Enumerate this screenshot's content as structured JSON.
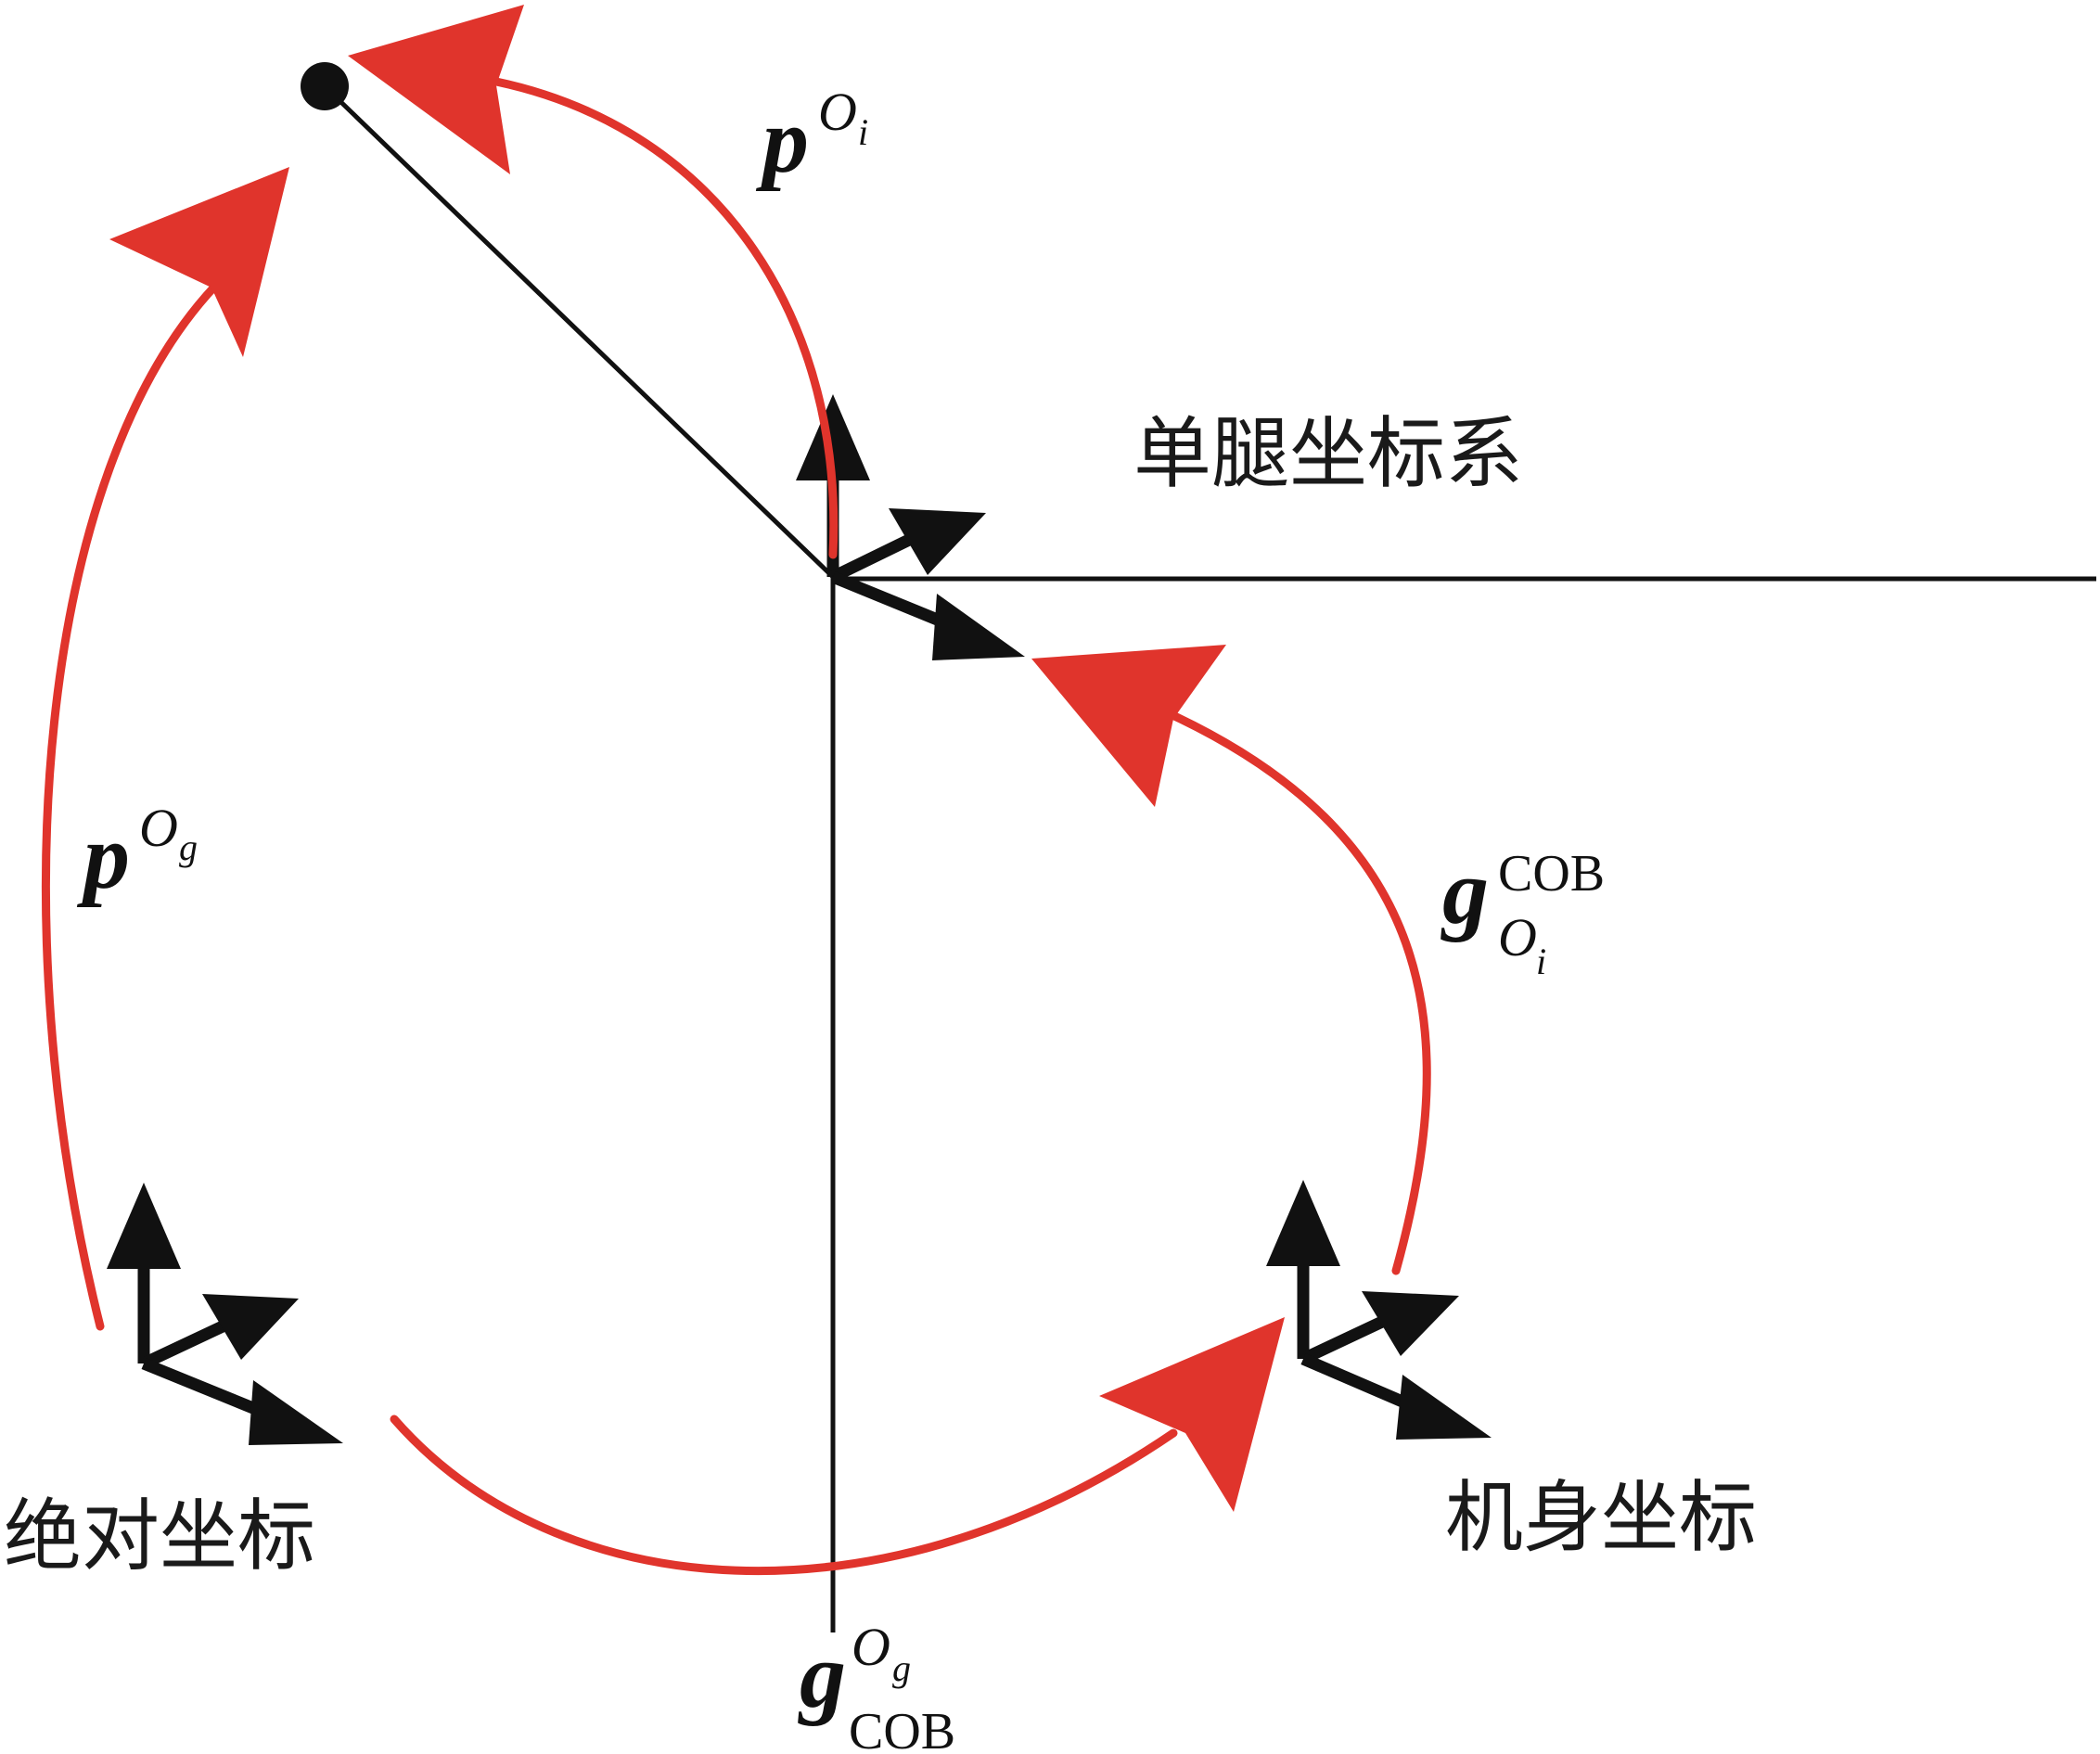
{
  "labels": {
    "leg_frame": "单腿坐标系",
    "absolute_frame": "绝对坐标",
    "body_frame": "机身坐标"
  },
  "symbols": {
    "p_oi": {
      "base": "p",
      "sup": "O",
      "sup_sub": "i"
    },
    "p_og": {
      "base": "p",
      "sup": "O",
      "sup_sub": "g"
    },
    "g_oi_cob": {
      "base": "g",
      "sup": "COB",
      "sub": "O",
      "sub_sub": "i"
    },
    "g_cob_og": {
      "base": "g",
      "sup": "O",
      "sup_sub": "g",
      "sub": "COB"
    }
  },
  "colors": {
    "arrow": "#e0342c",
    "axes": "#111111"
  }
}
